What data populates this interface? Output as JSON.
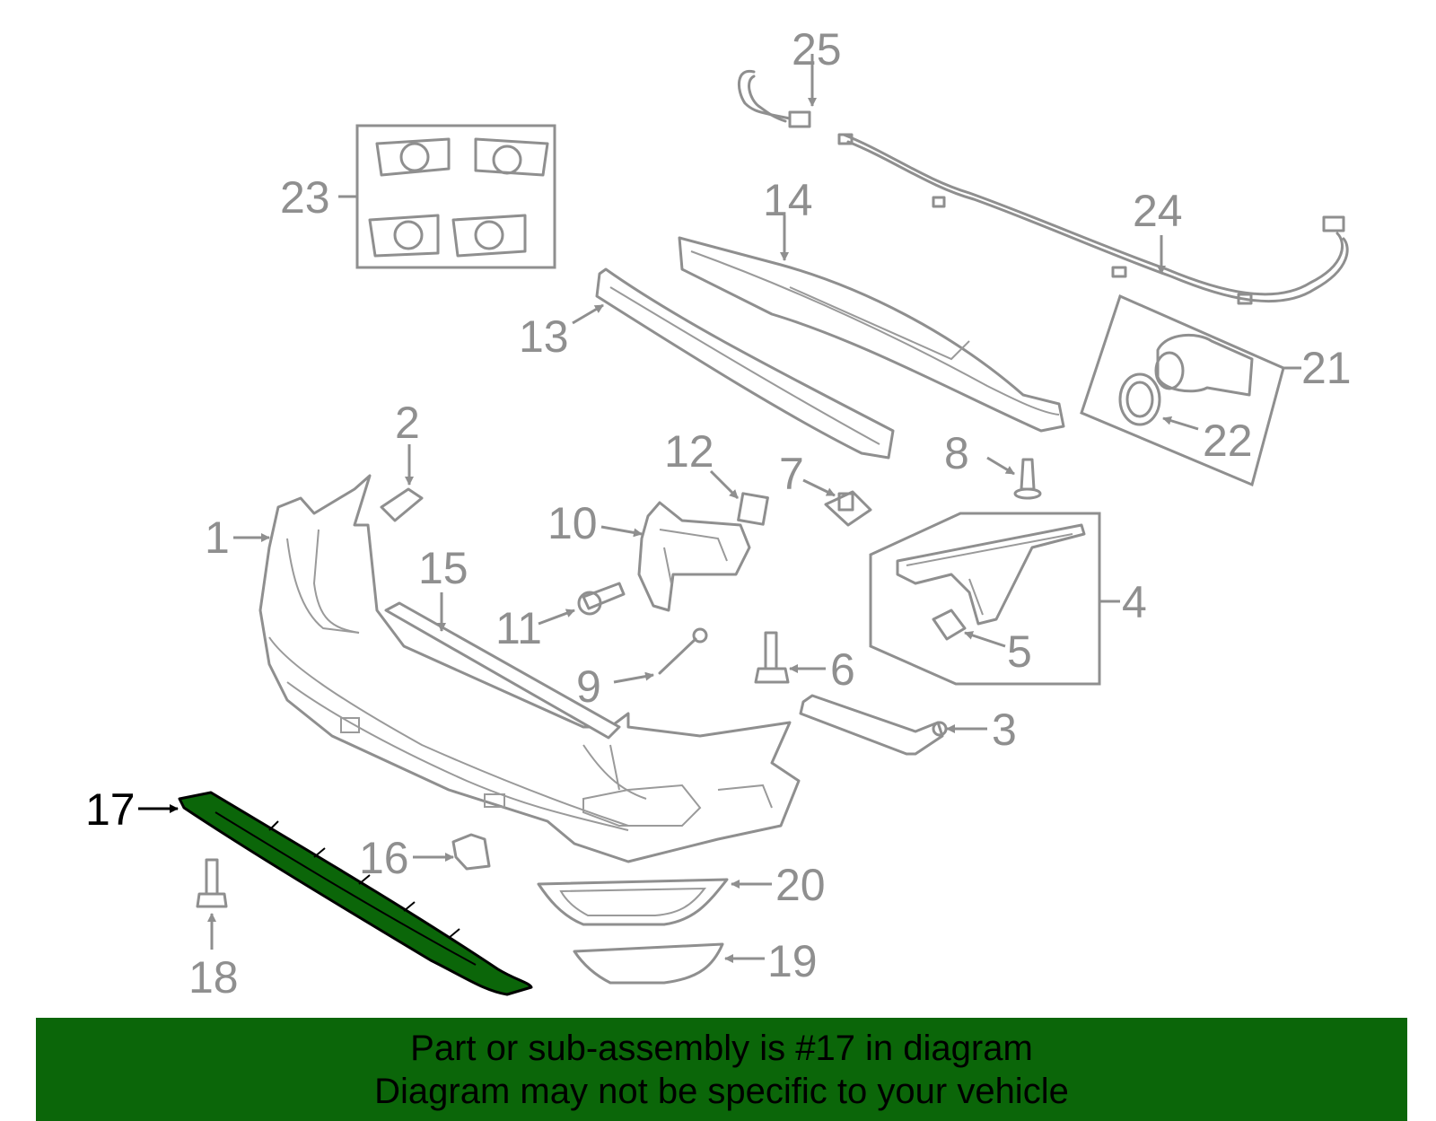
{
  "callouts": {
    "c1": "1",
    "c2": "2",
    "c3": "3",
    "c4": "4",
    "c5": "5",
    "c6": "6",
    "c7": "7",
    "c8": "8",
    "c9": "9",
    "c10": "10",
    "c11": "11",
    "c12": "12",
    "c13": "13",
    "c14": "14",
    "c15": "15",
    "c16": "16",
    "c17": "17",
    "c18": "18",
    "c19": "19",
    "c20": "20",
    "c21": "21",
    "c22": "22",
    "c23": "23",
    "c24": "24",
    "c25": "25"
  },
  "highlight": {
    "part": "17",
    "color": "#0b6609"
  },
  "banner": {
    "line1": "Part or sub-assembly is #17 in diagram",
    "line2": "Diagram may not be specific to your vehicle"
  },
  "colors": {
    "line": "#8f8f8f",
    "banner_bg": "#0b6609"
  }
}
